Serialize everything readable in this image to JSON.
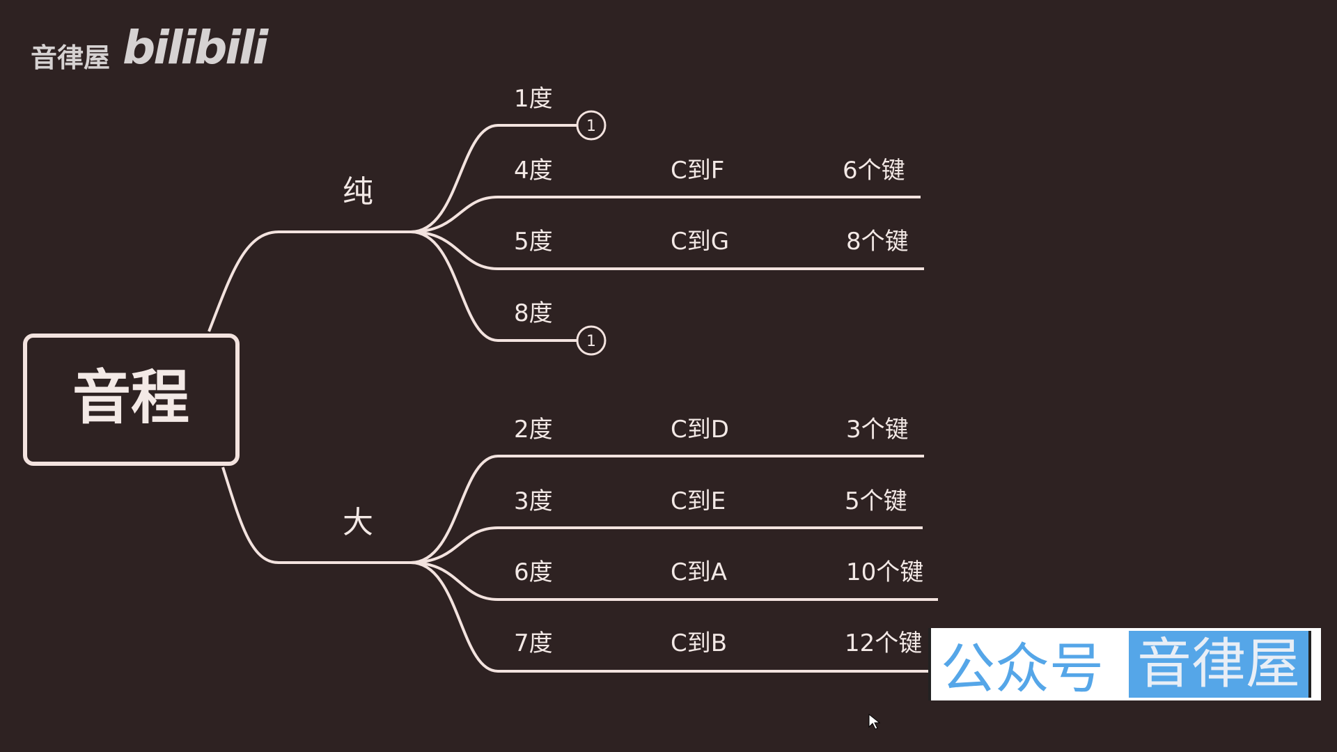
{
  "header": {
    "channel_name": "音律屋",
    "logo_text": "bilibili"
  },
  "root": {
    "label": "音程"
  },
  "branches": [
    {
      "label": "纯",
      "items": [
        {
          "degree": "1度",
          "badge": "1"
        },
        {
          "degree": "4度",
          "range": "C到F",
          "keys": "6个键"
        },
        {
          "degree": "5度",
          "range": "C到G",
          "keys": "8个键"
        },
        {
          "degree": "8度",
          "badge": "1"
        }
      ]
    },
    {
      "label": "大",
      "items": [
        {
          "degree": "2度",
          "range": "C到D",
          "keys": "3个键"
        },
        {
          "degree": "3度",
          "range": "C到E",
          "keys": "5个键"
        },
        {
          "degree": "6度",
          "range": "C到A",
          "keys": "10个键"
        },
        {
          "degree": "7度",
          "range": "C到B",
          "keys": "12个键"
        }
      ]
    }
  ],
  "watermark": {
    "prefix": "公众号",
    "name": "音律屋"
  }
}
